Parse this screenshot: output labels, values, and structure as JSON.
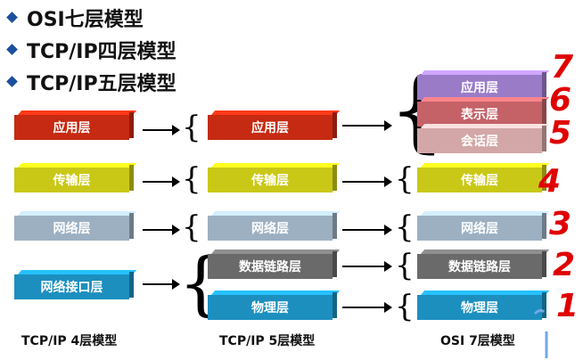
{
  "bullets": [
    "OSI七层模型",
    "TCP/IP四层模型",
    "TCP/IP五层模型"
  ],
  "tcpip4": {
    "caption": "TCP/IP 4层模型",
    "layers": [
      "应用层",
      "传输层",
      "网络层",
      "网络接口层"
    ]
  },
  "tcpip5": {
    "caption": "TCP/IP 5层模型",
    "layers": [
      "应用层",
      "传输层",
      "网络层",
      "数据链路层",
      "物理层"
    ]
  },
  "osi7": {
    "caption": "OSI 7层模型",
    "layers": [
      "应用层",
      "表示层",
      "会话层",
      "传输层",
      "网络层",
      "数据链路层",
      "物理层"
    ]
  },
  "handwritten_numbers": [
    "7",
    "6",
    "5",
    "4",
    "3",
    "2",
    "1"
  ],
  "colors": {
    "application": "#c62a12",
    "transport": "#c9c817",
    "network": "#9cb0c2",
    "datalink": "#6a6a6a",
    "physical": "#1c8fbf",
    "osi_application": "#9a7bc8",
    "osi_presentation": "#c46268",
    "osi_session": "#d3a7a7",
    "annotation_ink": "#e00000",
    "bullet_marker": "#1d4fa0"
  },
  "icons": [
    "diamond-bullet-icon",
    "right-arrow-icon",
    "curly-brace-icon"
  ]
}
